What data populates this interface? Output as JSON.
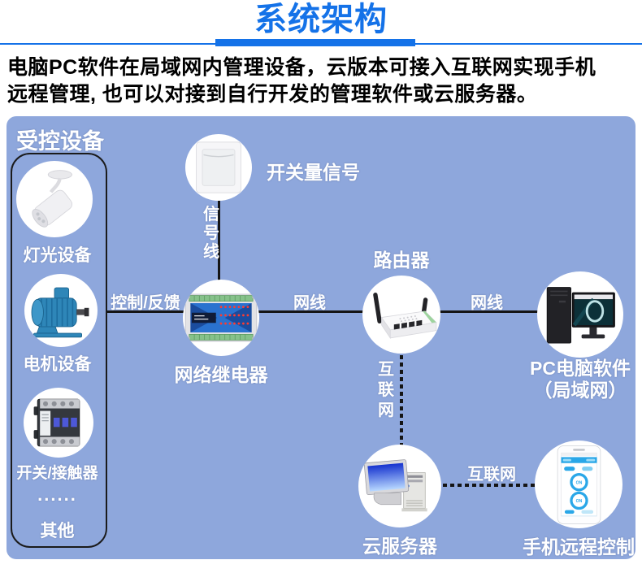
{
  "page": {
    "title": "系统架构"
  },
  "intro": {
    "line1": "电脑PC软件在局域网内管理设备，云版本可接入互联网实现手机",
    "line2": "远程管理, 也可以对接到自行开发的管理软件或云服务器。"
  },
  "colors": {
    "accent_blue": "#1472e8",
    "panel_background": "#8ea7dc",
    "connector_black": "#151515",
    "label_white": "#ffffff",
    "phone_ui_blue": "#2aa7e8",
    "motor_blue": "#2e86b8"
  },
  "diagram": {
    "controlled_box": {
      "title": "受控设备",
      "items": [
        {
          "icon": "spotlight-icon",
          "label": "灯光设备"
        },
        {
          "icon": "motor-icon",
          "label": "电机设备"
        },
        {
          "icon": "contactor-icon",
          "label": "开关/接触器"
        },
        {
          "icon": null,
          "label": "......"
        },
        {
          "icon": null,
          "label": "其他"
        }
      ]
    },
    "nodes": {
      "switch": {
        "icon": "wall-switch-icon",
        "label": "开关量信号"
      },
      "relay": {
        "icon": "network-relay-icon",
        "label": "网络继电器"
      },
      "router": {
        "icon": "router-icon",
        "label": "路由器"
      },
      "pc": {
        "icon": "desktop-pc-icon",
        "label_line1": "PC电脑软件",
        "label_line2": "（局域网）"
      },
      "cloud_server": {
        "icon": "cloud-server-icon",
        "label": "云服务器"
      },
      "phone": {
        "icon": "smartphone-icon",
        "label": "手机远程控制"
      }
    },
    "edges": {
      "signal_line": "信号线",
      "control_feedback": "控制/反馈",
      "lan1": "网线",
      "lan2": "网线",
      "internet_vertical": "互联网",
      "internet_horizontal": "互联网"
    }
  }
}
